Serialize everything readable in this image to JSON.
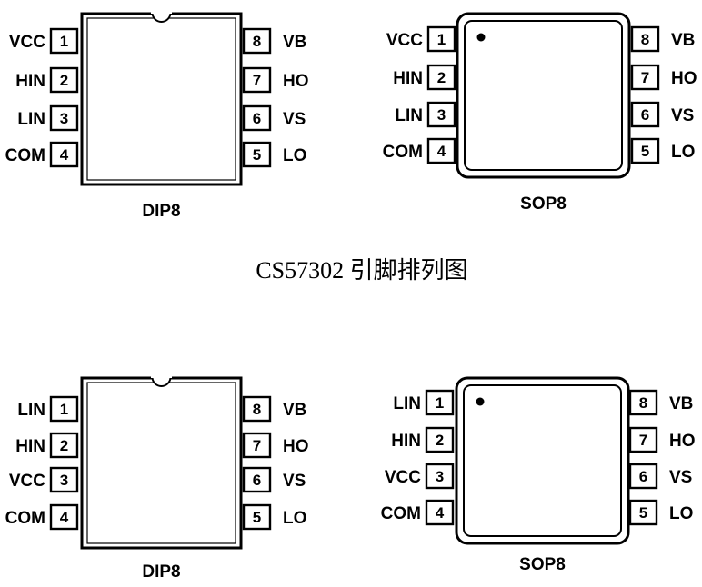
{
  "caption": "CS57302 引脚排列图",
  "packages": [
    {
      "type": "dip",
      "name": "DIP8",
      "pins": [
        {
          "num": "1",
          "label": "VCC"
        },
        {
          "num": "2",
          "label": "HIN"
        },
        {
          "num": "3",
          "label": "LIN"
        },
        {
          "num": "4",
          "label": "COM"
        },
        {
          "num": "8",
          "label": "VB"
        },
        {
          "num": "7",
          "label": "HO"
        },
        {
          "num": "6",
          "label": "VS"
        },
        {
          "num": "5",
          "label": "LO"
        }
      ]
    },
    {
      "type": "sop",
      "name": "SOP8",
      "pins": [
        {
          "num": "1",
          "label": "VCC"
        },
        {
          "num": "2",
          "label": "HIN"
        },
        {
          "num": "3",
          "label": "LIN"
        },
        {
          "num": "4",
          "label": "COM"
        },
        {
          "num": "8",
          "label": "VB"
        },
        {
          "num": "7",
          "label": "HO"
        },
        {
          "num": "6",
          "label": "VS"
        },
        {
          "num": "5",
          "label": "LO"
        }
      ]
    },
    {
      "type": "dip",
      "name": "DIP8",
      "pins": [
        {
          "num": "1",
          "label": "LIN"
        },
        {
          "num": "2",
          "label": "HIN"
        },
        {
          "num": "3",
          "label": "VCC"
        },
        {
          "num": "4",
          "label": "COM"
        },
        {
          "num": "8",
          "label": "VB"
        },
        {
          "num": "7",
          "label": "HO"
        },
        {
          "num": "6",
          "label": "VS"
        },
        {
          "num": "5",
          "label": "LO"
        }
      ]
    },
    {
      "type": "sop",
      "name": "SOP8",
      "pins": [
        {
          "num": "1",
          "label": "LIN"
        },
        {
          "num": "2",
          "label": "HIN"
        },
        {
          "num": "3",
          "label": "VCC"
        },
        {
          "num": "4",
          "label": "COM"
        },
        {
          "num": "8",
          "label": "VB"
        },
        {
          "num": "7",
          "label": "HO"
        },
        {
          "num": "6",
          "label": "VS"
        },
        {
          "num": "5",
          "label": "LO"
        }
      ]
    }
  ]
}
